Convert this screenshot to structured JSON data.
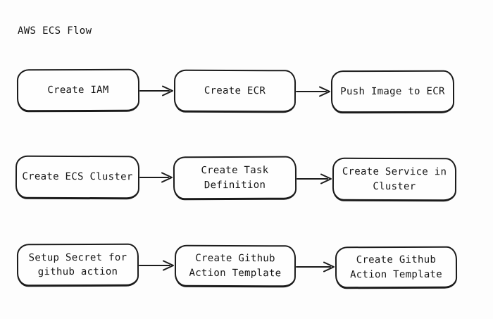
{
  "diagram": {
    "title": "AWS ECS Flow",
    "colors": {
      "background": "#fdfdfd",
      "stroke": "#1b1b1b",
      "node_fill": "#fefefe",
      "text": "#141414"
    },
    "rows": [
      {
        "nodes": [
          "Create IAM",
          "Create ECR",
          "Push Image to ECR"
        ]
      },
      {
        "nodes": [
          "Create ECS Cluster",
          "Create Task\nDefinition",
          "Create Service in\nCluster"
        ]
      },
      {
        "nodes": [
          "Setup Secret for\ngithub action",
          "Create Github\nAction Template",
          "Create Github\nAction Template"
        ]
      }
    ],
    "arrows": [
      {
        "from": "Create IAM",
        "to": "Create ECR"
      },
      {
        "from": "Create ECR",
        "to": "Push Image to ECR"
      },
      {
        "from": "Create ECS Cluster",
        "to": "Create Task Definition"
      },
      {
        "from": "Create Task Definition",
        "to": "Create Service in Cluster"
      },
      {
        "from": "Setup Secret for github action",
        "to": "Create Github Action Template"
      },
      {
        "from": "Create Github Action Template",
        "to": "Create Github Action Template"
      }
    ]
  }
}
